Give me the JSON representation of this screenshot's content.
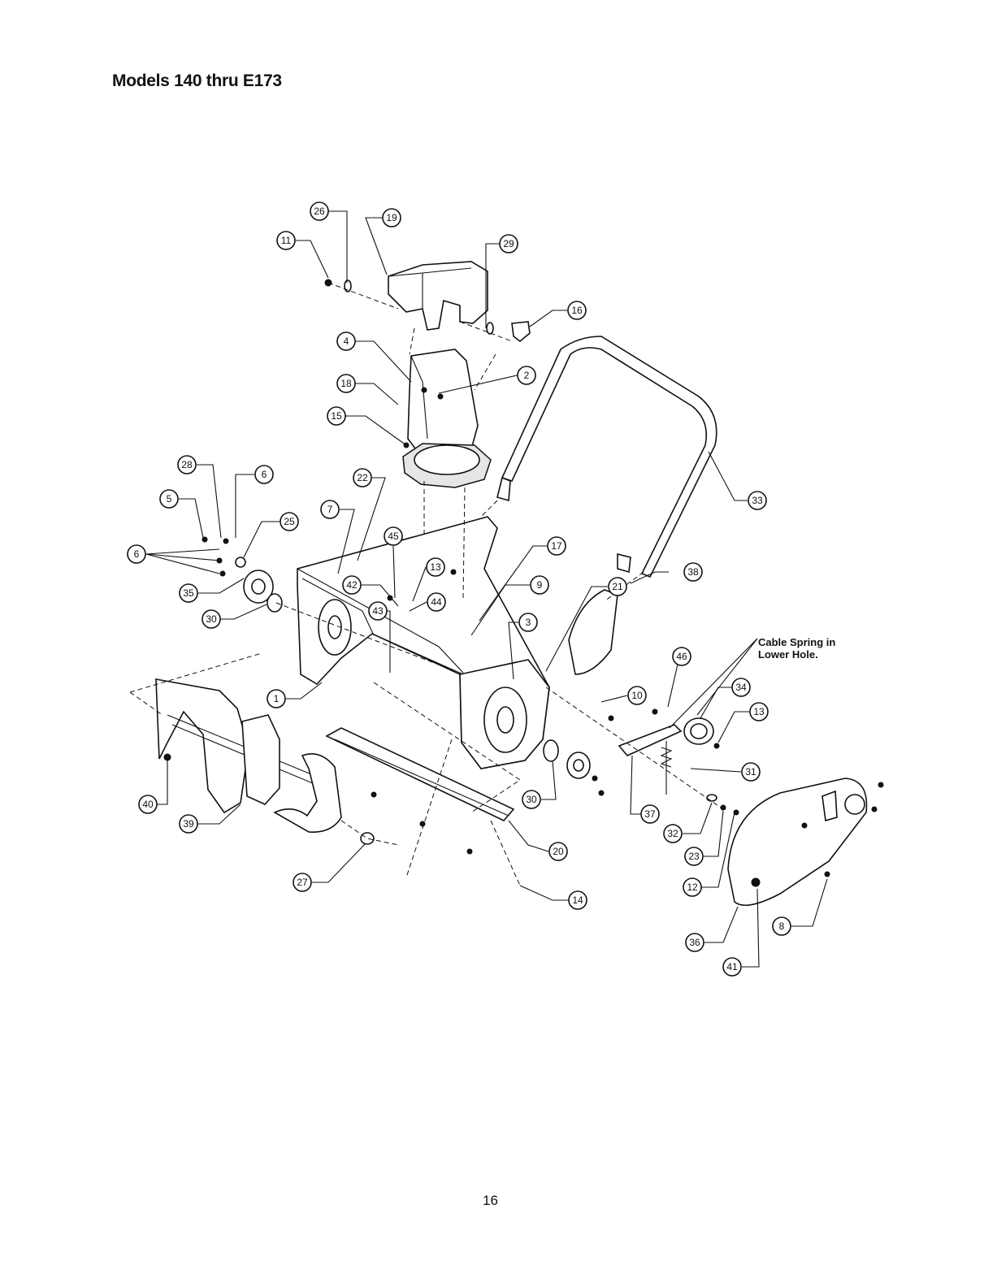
{
  "title": "Models 140 thru E173",
  "page_number": "16",
  "note": {
    "line1": "Cable Spring in",
    "line2": "Lower Hole."
  },
  "callouts": [
    {
      "id": "c26",
      "label": "26"
    },
    {
      "id": "c19",
      "label": "19"
    },
    {
      "id": "c11",
      "label": "11"
    },
    {
      "id": "c29",
      "label": "29"
    },
    {
      "id": "c16",
      "label": "16"
    },
    {
      "id": "c4",
      "label": "4"
    },
    {
      "id": "c2",
      "label": "2"
    },
    {
      "id": "c18",
      "label": "18"
    },
    {
      "id": "c15",
      "label": "15"
    },
    {
      "id": "c33",
      "label": "33"
    },
    {
      "id": "c28",
      "label": "28"
    },
    {
      "id": "c6a",
      "label": "6"
    },
    {
      "id": "c22",
      "label": "22"
    },
    {
      "id": "c5",
      "label": "5"
    },
    {
      "id": "c25",
      "label": "25"
    },
    {
      "id": "c7",
      "label": "7"
    },
    {
      "id": "c6b",
      "label": "6"
    },
    {
      "id": "c45",
      "label": "45"
    },
    {
      "id": "c17",
      "label": "17"
    },
    {
      "id": "c13a",
      "label": "13"
    },
    {
      "id": "c9",
      "label": "9"
    },
    {
      "id": "c42",
      "label": "42"
    },
    {
      "id": "c44",
      "label": "44"
    },
    {
      "id": "c21",
      "label": "21"
    },
    {
      "id": "c38a",
      "label": "38"
    },
    {
      "id": "c35",
      "label": "35"
    },
    {
      "id": "c43",
      "label": "43"
    },
    {
      "id": "c3",
      "label": "3"
    },
    {
      "id": "c30a",
      "label": "30"
    },
    {
      "id": "c46",
      "label": "46"
    },
    {
      "id": "c34",
      "label": "34"
    },
    {
      "id": "c1",
      "label": "1"
    },
    {
      "id": "c10",
      "label": "10"
    },
    {
      "id": "c13b",
      "label": "13"
    },
    {
      "id": "c31",
      "label": "31"
    },
    {
      "id": "c40",
      "label": "40"
    },
    {
      "id": "c30b",
      "label": "30"
    },
    {
      "id": "c39",
      "label": "39"
    },
    {
      "id": "c37",
      "label": "37"
    },
    {
      "id": "c32",
      "label": "32"
    },
    {
      "id": "c20",
      "label": "20"
    },
    {
      "id": "c23",
      "label": "23"
    },
    {
      "id": "c27",
      "label": "27"
    },
    {
      "id": "c12",
      "label": "12"
    },
    {
      "id": "c14",
      "label": "14"
    },
    {
      "id": "c8",
      "label": "8"
    },
    {
      "id": "c36",
      "label": "36"
    },
    {
      "id": "c41",
      "label": "41"
    }
  ]
}
